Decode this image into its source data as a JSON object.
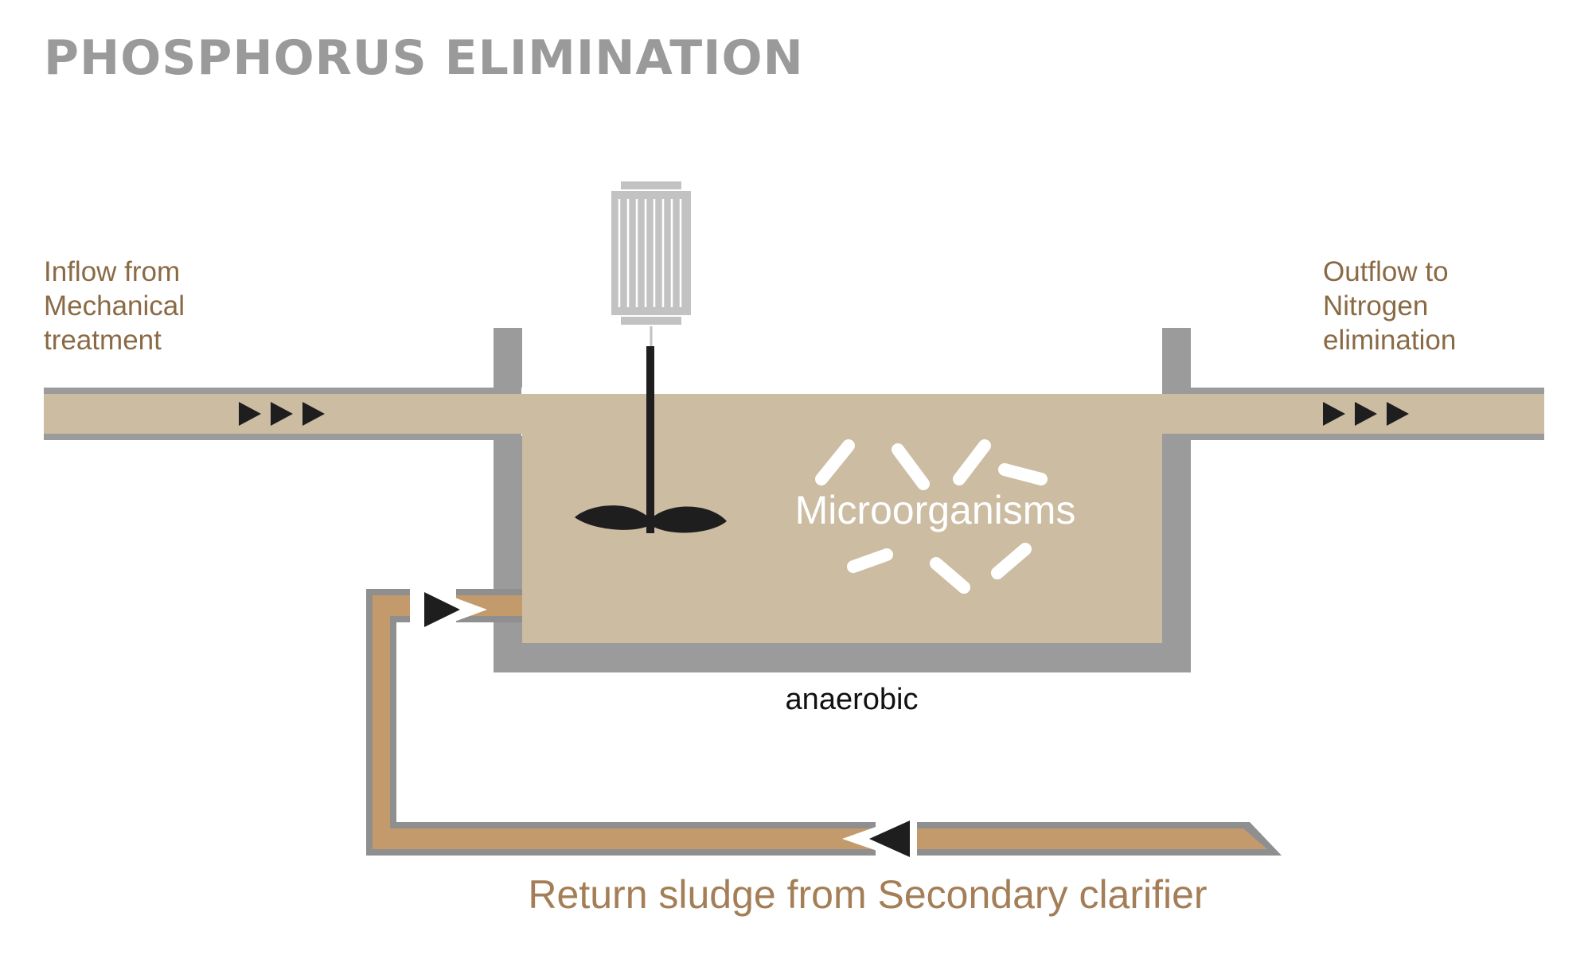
{
  "title": "PHOSPHORUS ELIMINATION",
  "inflow": {
    "lines": [
      "Inflow from",
      "Mechanical",
      "treatment"
    ]
  },
  "outflow": {
    "lines": [
      "Outflow to",
      "Nitrogen",
      "elimination"
    ]
  },
  "tank_label": "Microorganisms",
  "zone_label": "anaerobic",
  "return_label": "Return sludge from Secondary clarifier",
  "colors": {
    "title": "#9a9a9a",
    "text_brown": "#8a6a45",
    "return_text": "#a47e56",
    "water": "#cbbca2",
    "wall": "#9b9b9b",
    "pipe_edge": "#8f8f8f",
    "sludge": "#c39a6c",
    "motor": "#c2c2c2",
    "dark": "#1e1e1e",
    "white": "#ffffff"
  },
  "icons": [
    "mixer-motor-icon",
    "mixer-propeller-icon",
    "microorganism-icon",
    "flow-arrow-icon"
  ]
}
